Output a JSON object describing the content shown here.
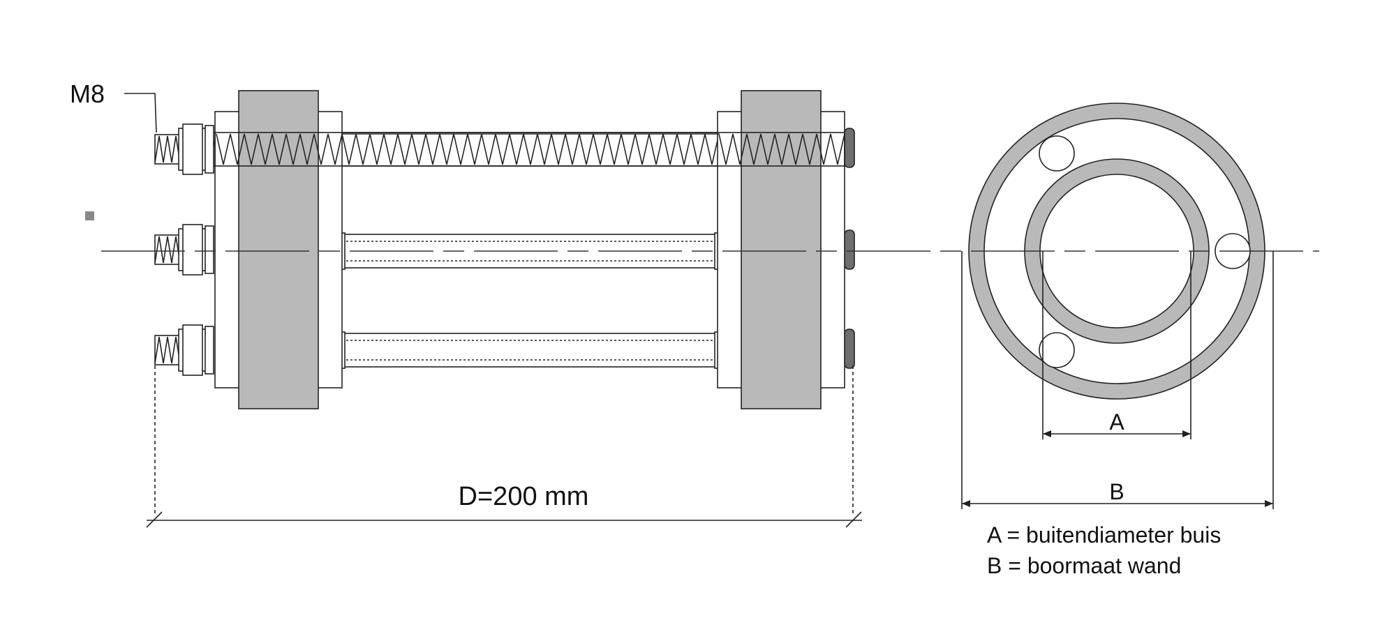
{
  "labels": {
    "thread_size": "M8",
    "length": "D=200 mm",
    "dim_a": "A",
    "dim_b": "B",
    "legend_a": "A = buitendiameter buis",
    "legend_b": "B = boormaat wand"
  },
  "colors": {
    "flange_fill": "#b9b9b9",
    "line": "#222222",
    "bolt_head": "#6e6e6e",
    "background": "#ffffff"
  }
}
